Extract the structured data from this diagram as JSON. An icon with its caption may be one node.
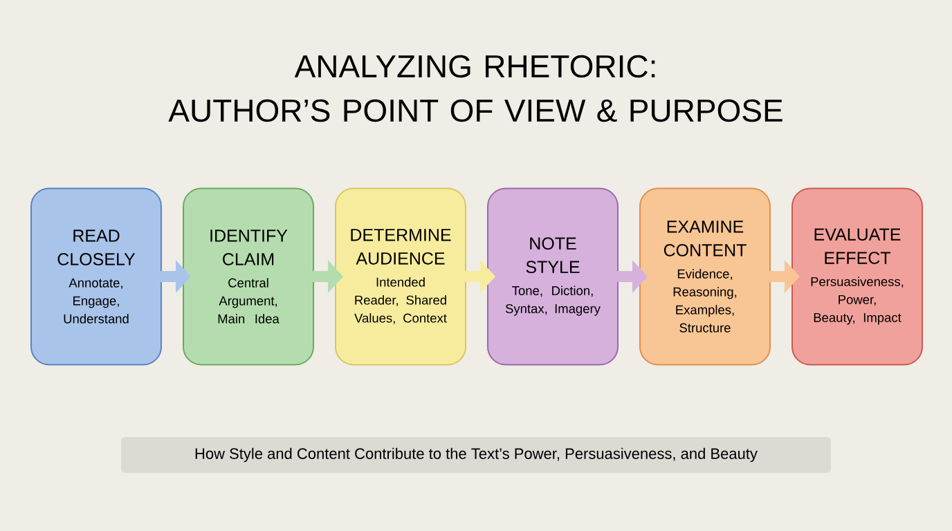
{
  "diagram": {
    "title": "ANALYZING RHETORIC: AUTHOR’S POINT OF VIEW & PURPOSE",
    "caption": "How Style and Content Contribute to the Text’s Power, Persuasiveness, and Beauty",
    "nodes": [
      {
        "text": [
          "READ CLOSELY",
          "Annotate, Engage, Understand"
        ]
      },
      {
        "text": [
          "IDENTIFY CLAIM",
          "Central Argument, Main Idea"
        ]
      },
      {
        "text": [
          "DETERMINE AUDIENCE",
          "Intended Reader, Shared Values, Context"
        ]
      },
      {
        "text": [
          "NOTE STYLE",
          "Tone, Diction, Syntax, Imagery"
        ]
      },
      {
        "text": [
          "EXAMINE CONTENT",
          "Evidence, Reasoning, Examples, Structure"
        ]
      },
      {
        "text": [
          "EVALUATE EFFECT",
          "Persuasiveness, Power, Beauty, Impact"
        ]
      }
    ],
    "edges": [
      {
        "from": 0,
        "to": 1,
        "arrow": "to",
        "color": "#a9c4ea"
      },
      {
        "from": 1,
        "to": 2,
        "arrow": "to",
        "color": "#b5dcae"
      },
      {
        "from": 2,
        "to": 3,
        "arrow": "to",
        "color": "#f7ec9e"
      },
      {
        "from": 3,
        "to": 4,
        "arrow": "to",
        "color": "#d5b1dc"
      },
      {
        "from": 4,
        "to": 5,
        "arrow": "to",
        "color": "#f8c594"
      }
    ]
  }
}
